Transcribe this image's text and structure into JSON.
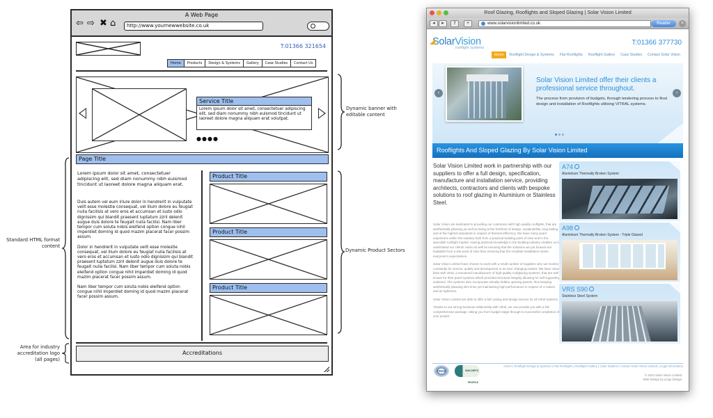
{
  "wireframe": {
    "window_title": "A Web Page",
    "url": "http://www.yournewwebsite.co.uk",
    "phone": "T:01366 321654",
    "nav": [
      "Home",
      "Products",
      "Design & Systems",
      "Gallery",
      "Case Studies",
      "Contact Us"
    ],
    "service_title": "Service Title",
    "service_text": "Lorem ipsum dolor sit amet, consectetuer adipiscing elit, sed diam nonummy nibh euismod tincidunt ut laoreet dolore magna aliquam erat volutpat.",
    "slider_dots": "●●●●",
    "page_title": "Page Title",
    "lead": "Lorem ipsum dolor sit amet, consectetuer adipiscing elit, sed diam nonummy nibh euismod tincidunt ut laoreet dolore magna aliquam erat.",
    "paragraphs": [
      "Duis autem vel eum iriure dolor in hendrerit in vulputate velit esse molestie consequat, vel illum dolore eu feugiat nulla facilisis at vero eros et accumsan et iusto odio dignissim qui blandit praesent luptatum zzril delenit augue duis dolore te feugait nulla facilisi. Nam liber tempor cum soluta nobis eleifend option congue nihil imperdiet doming id quod mazim placerat facer possim assum.",
      "Dolor in hendrerit in vulputate velit esse molestie consequat, vel illum dolore eu feugiat nulla facilisis at vero eros et accumsan et iusto odio dignissim qui blandit praesent luptatum zzril delenit augue duis dolore te feugait nulla facilisi. Nam liber tempor cum soluta nobis eleifend option congue nihil imperdiet doming id quod mazim placerat facer possim assum.",
      "Nam liber tempor cum soluta nobis eleifend option congue nihil imperdiet doming id quod mazim placerat facer possim assum."
    ],
    "product_titles": [
      "Product Title",
      "Product Title",
      "Product Title"
    ],
    "accreditations": "Accreditations"
  },
  "annotations": {
    "banner": "Dynamic banner with editable content",
    "html_content": "Standard HTML format content",
    "products": "Dynamic Product Sectors",
    "accreditation": "Area for industry accreditation logo (all pages)"
  },
  "site": {
    "window_title": "Roof Glazing, Rooflights and Sloped Glazing | Solar Vision Limited",
    "url": "www.solarvisionlimited.co.uk",
    "reader_label": "Reader",
    "logo_word_a": "Solar",
    "logo_word_b": "Vision",
    "logo_sub": "rooflight systems",
    "phone": "T:01366 377730",
    "nav": [
      "Home",
      "Rooflight Design & Systems",
      "Flat Rooflights",
      "Rooflight Gallery",
      "Case Studies",
      "Contact Solar Vision"
    ],
    "banner_heading": "Solar Vision Limited offer their clients a professional service throughout.",
    "banner_text": "The process from provision of budgets, through tendering process to final design and installation of Rooflights utilising VITRAL systems.",
    "page_title": "Rooflights And Sloped Glazing By Solar Vision Limited",
    "lead": "Solar Vision Limited work in partnership with our suppliers to offer a full design, specification, manufacture and installation service, providing architects, contractors and clients with bespoke solutions to roof glazing in Aluminium or Stainless Steel.",
    "body": [
      "Solar Vision are dedicated to providing our customers with high quality rooflights, that are aesthetically pleasing as well as being at the forefront of design, sustainability, long lasting and of the highest standards in respect of thermal efficiency. We have many years' experience within the industry both from a practical building point of view and in the specialist rooflight market. Having practical knowledge in the building industry enables us to understand our clients vision as well as ensuring that the solutions we put forward are buildable from a site point of view thus ensuring that the resultant installation meets everyone's expectations.",
      "Solar Vision Limited have chosen to work with a small number of suppliers who we monitor constantly for service, quality and development in an ever changing market. We have close links with Vitral, a renowned manufacturer of high quality roofglazing systems, that are well known for their panel systems which provided structural integrity allowing for self supporting solutions. The systems also incorporate virtually hidden opening panels, thus keeping aesthetically pleasing slim lines yet maintaining high-performance in respect of U values and air tightness.",
      "Solar Vision Limited are able to offer a full costing and design service for all Vitral systems.",
      "Thanks to our strong business relationship with Vitral, we can provide you with a full comprehensive package, taking you from budget stage through to successful completion of your project."
    ],
    "products": [
      {
        "code": "A74",
        "subtitle": "Aluminium Thermally Broken System"
      },
      {
        "code": "A98",
        "subtitle": "Aluminium Thermally Broken System - Triple Glazed"
      },
      {
        "code": "VRS S90",
        "subtitle": "Stainless Steel System"
      }
    ],
    "footer_links": "Home | Rooflight Design & Systems | Flat Rooflights | Rooflight Gallery | Case Studies | Contact Solar Vision Limited | Legal Information",
    "footer_copyright": "© 2010 Solar Vision Limited",
    "footer_credit": "Web Design by Lingo Design",
    "accred_logos": [
      "CHAS",
      "BUILDER'S PROFILE"
    ]
  }
}
